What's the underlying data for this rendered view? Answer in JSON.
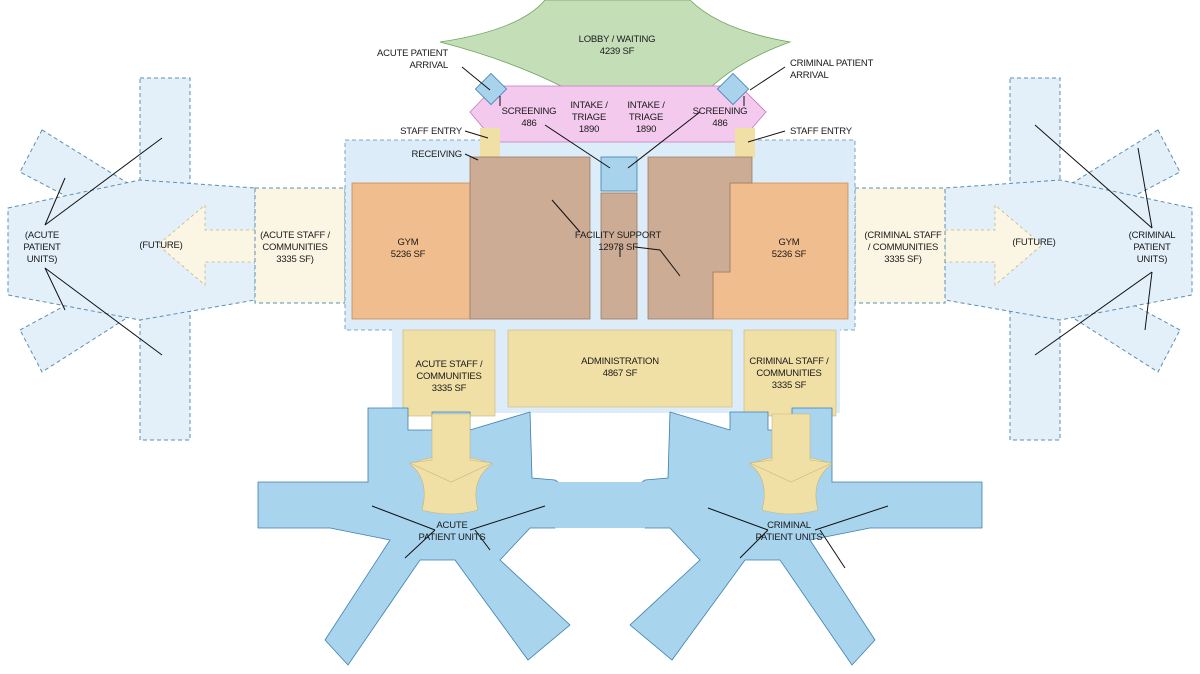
{
  "colors": {
    "lobby": "#c4dfb8",
    "intake": "#f3c9ee",
    "screening": "#a9d3ec",
    "yellow": "#f1e0a6",
    "yellow_light": "#f7e9bc",
    "gym": "#f0bd8e",
    "support": "#cdac95",
    "unit_blue": "#a8d4ee",
    "future_blue": "#e3f0fa",
    "future_cream": "#fbf5e4",
    "corridor": "#dcedf9",
    "outline": "#5b8fb3",
    "leader": "#111111"
  },
  "labels": {
    "lobby": "LOBBY / WAITING\n4239 SF",
    "acute_arrival": "ACUTE PATIENT\nARRIVAL",
    "criminal_arrival": "CRIMINAL PATIENT\nARRIVAL",
    "screening_left": "SCREENING\n486",
    "intake_left": "INTAKE /\nTRIAGE\n1890",
    "intake_right": "INTAKE /\nTRIAGE\n1890",
    "screening_right": "SCREENING\n486",
    "staff_entry_left": "STAFF ENTRY",
    "staff_entry_right": "STAFF ENTRY",
    "receiving": "RECEIVING",
    "gym_left": "GYM\n5236 SF",
    "gym_right": "GYM\n5236 SF",
    "facility_support": "FACILITY SUPPORT\n12978 SF",
    "acute_staff_upper": "(ACUTE STAFF /\nCOMMUNITIES\n3335 SF)",
    "criminal_staff_upper": "(CRIMINAL STAFF\n/ COMMUNITIES\n3335 SF)",
    "future_left": "(FUTURE)",
    "future_right": "(FUTURE)",
    "acute_units_future": "(ACUTE\nPATIENT\nUNITS)",
    "criminal_units_future": "(CRIMINAL\nPATIENT\nUNITS)",
    "acute_staff_lower": "ACUTE STAFF /\nCOMMUNITIES\n3335 SF",
    "administration": "ADMINISTRATION\n4867 SF",
    "criminal_staff_lower": "CRIMINAL STAFF /\nCOMMUNITIES\n3335 SF",
    "acute_units": "ACUTE\nPATIENT UNITS",
    "criminal_units": "CRIMINAL\nPATIENT UNITS"
  }
}
